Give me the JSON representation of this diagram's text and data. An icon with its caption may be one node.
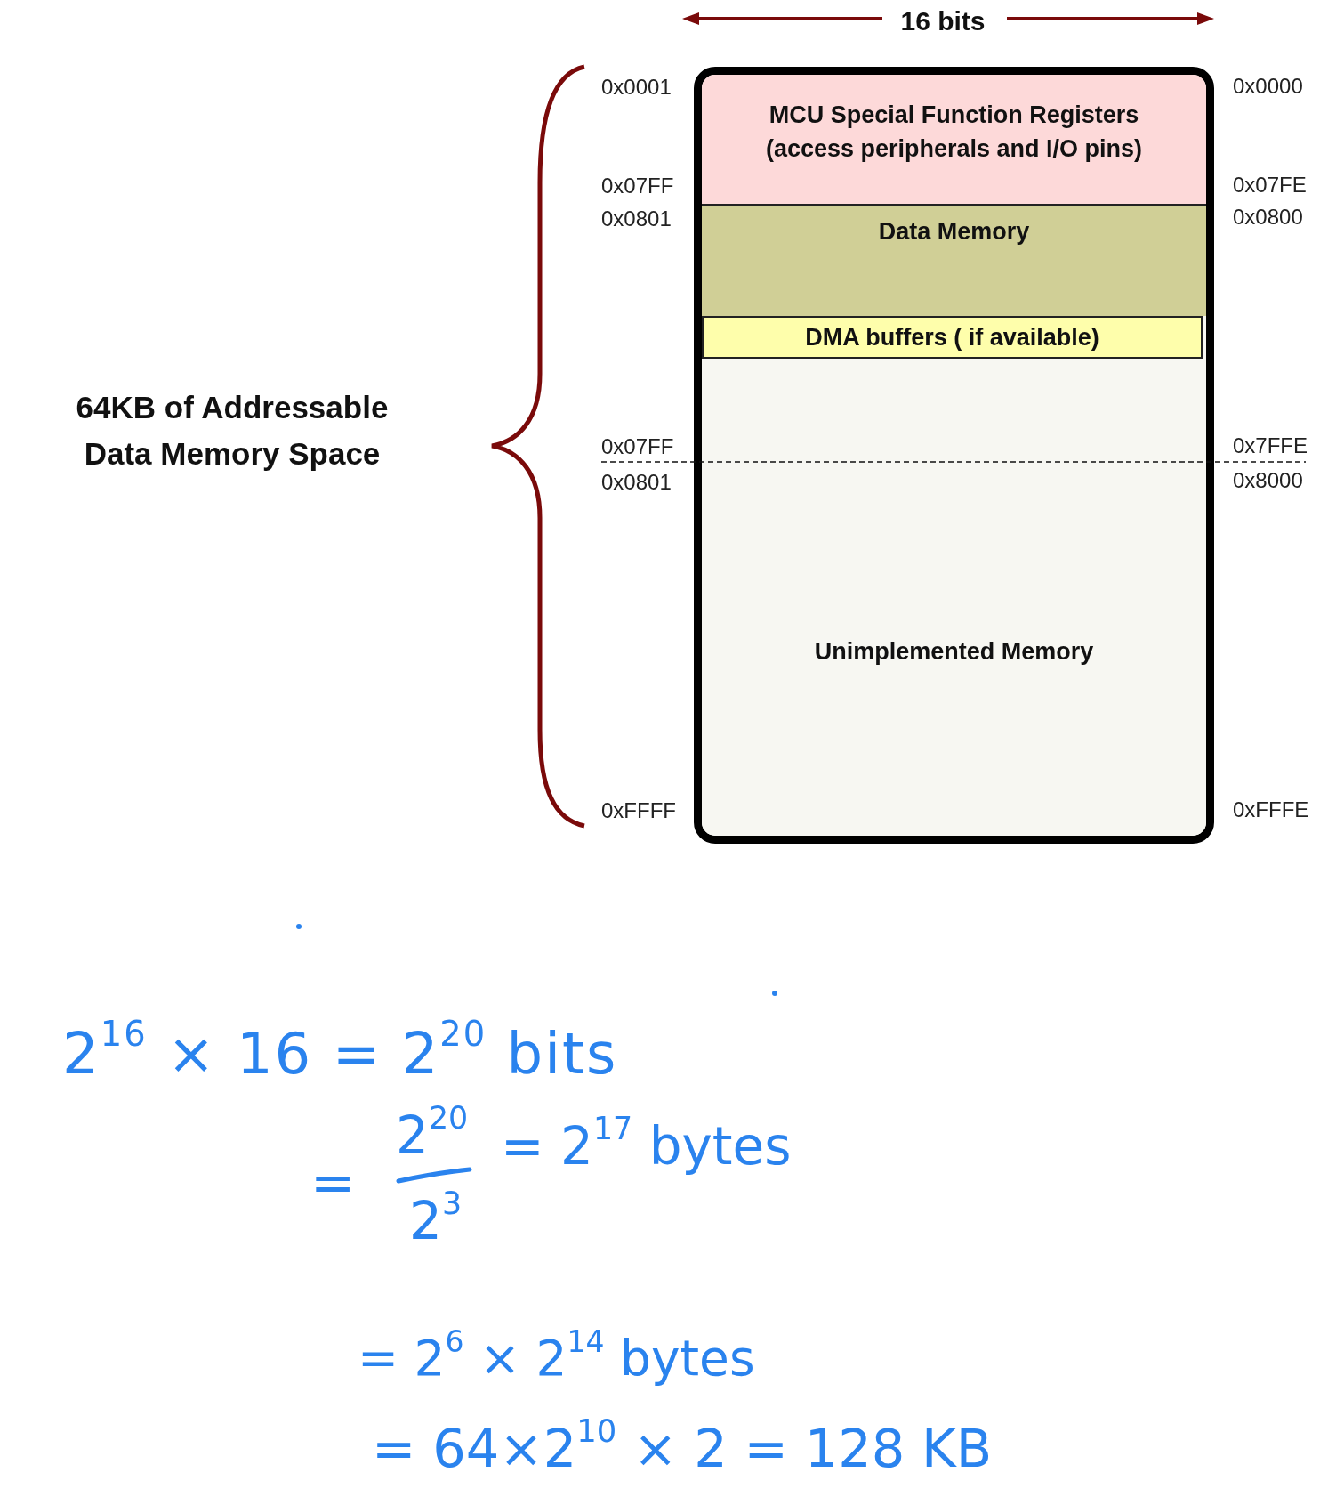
{
  "diagram": {
    "nodes": [
      {
        "text": [],
        "shape": "box"
      },
      {
        "text": [
          "MCU Special Function Registers (access peripherals and I/O pins)"
        ],
        "in": 0
      },
      {
        "text": [
          "Data Memory"
        ],
        "in": 0
      },
      {
        "text": [
          "DMA buffers ( if available)"
        ],
        "in": 0
      },
      {
        "text": [
          "Unimplemented Memory"
        ],
        "in": 0
      }
    ],
    "labels": [
      "16 bits",
      "0x0001",
      "0x0000",
      "0x07FF",
      "0x07FE",
      "0x0801",
      "0x0800",
      "64KB of Addressable Data Memory Space",
      "0x07FF",
      "0x7FFE",
      "0x0801",
      "0x8000",
      "0xFFFF",
      "0xFFFE",
      "2$^{16}$ × 16 = 2$^{20}$ bits",
      "=",
      "2$^{20}$",
      "2$^{3}$",
      "= 2$^{17}$ bytes",
      "= 2$^{6}$ × 2$^{14}$ bytes",
      "= 64×2$^{10}$ × 2 = 128 KB"
    ]
  }
}
